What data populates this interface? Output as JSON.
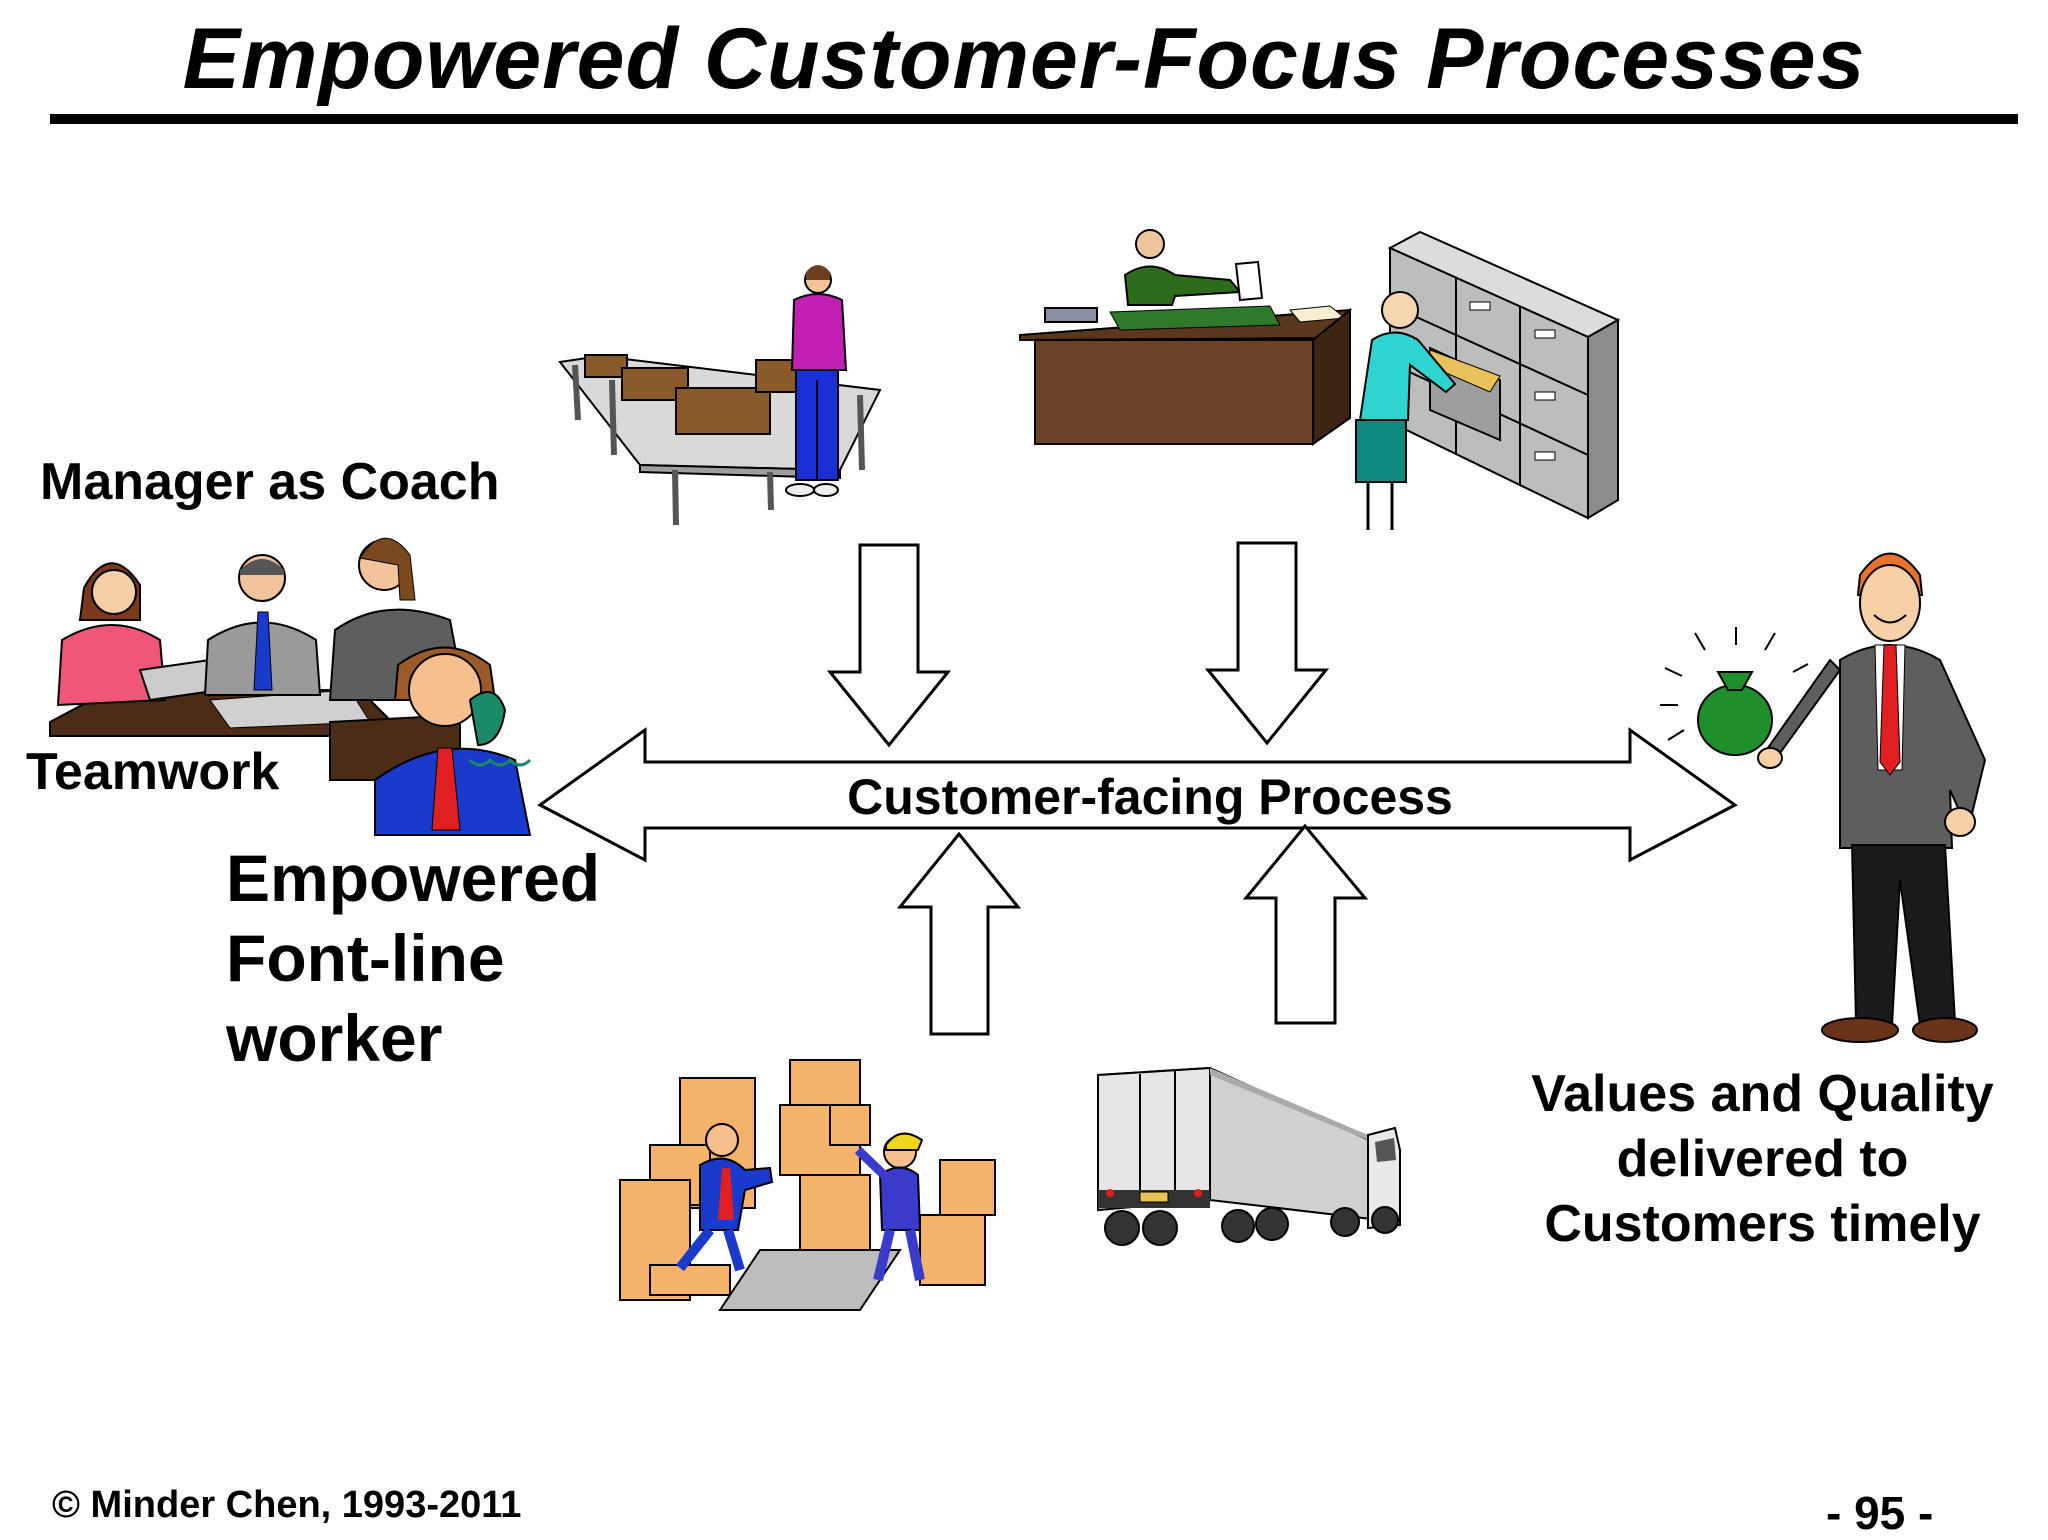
{
  "title": "Empowered Customer-Focus Processes",
  "labels": {
    "manager_as_coach": "Manager as Coach",
    "teamwork": "Teamwork",
    "worker_line1": "Empowered",
    "worker_line2": "Font-line",
    "worker_line3": "worker",
    "values_line1": "Values and Quality",
    "values_line2": "delivered to",
    "values_line3": "Customers timely",
    "center": "Customer-facing Process"
  },
  "footer": {
    "copyright": "© Minder Chen, 1993-2011",
    "page": "- 95 -"
  },
  "colors": {
    "box": "#8b5a2b",
    "desk": "#6b4226",
    "cabinet": "#bdbdbd",
    "cardboard": "#f4b26b",
    "money_bag": "#1f8f2b",
    "tie_red": "#e02020"
  }
}
